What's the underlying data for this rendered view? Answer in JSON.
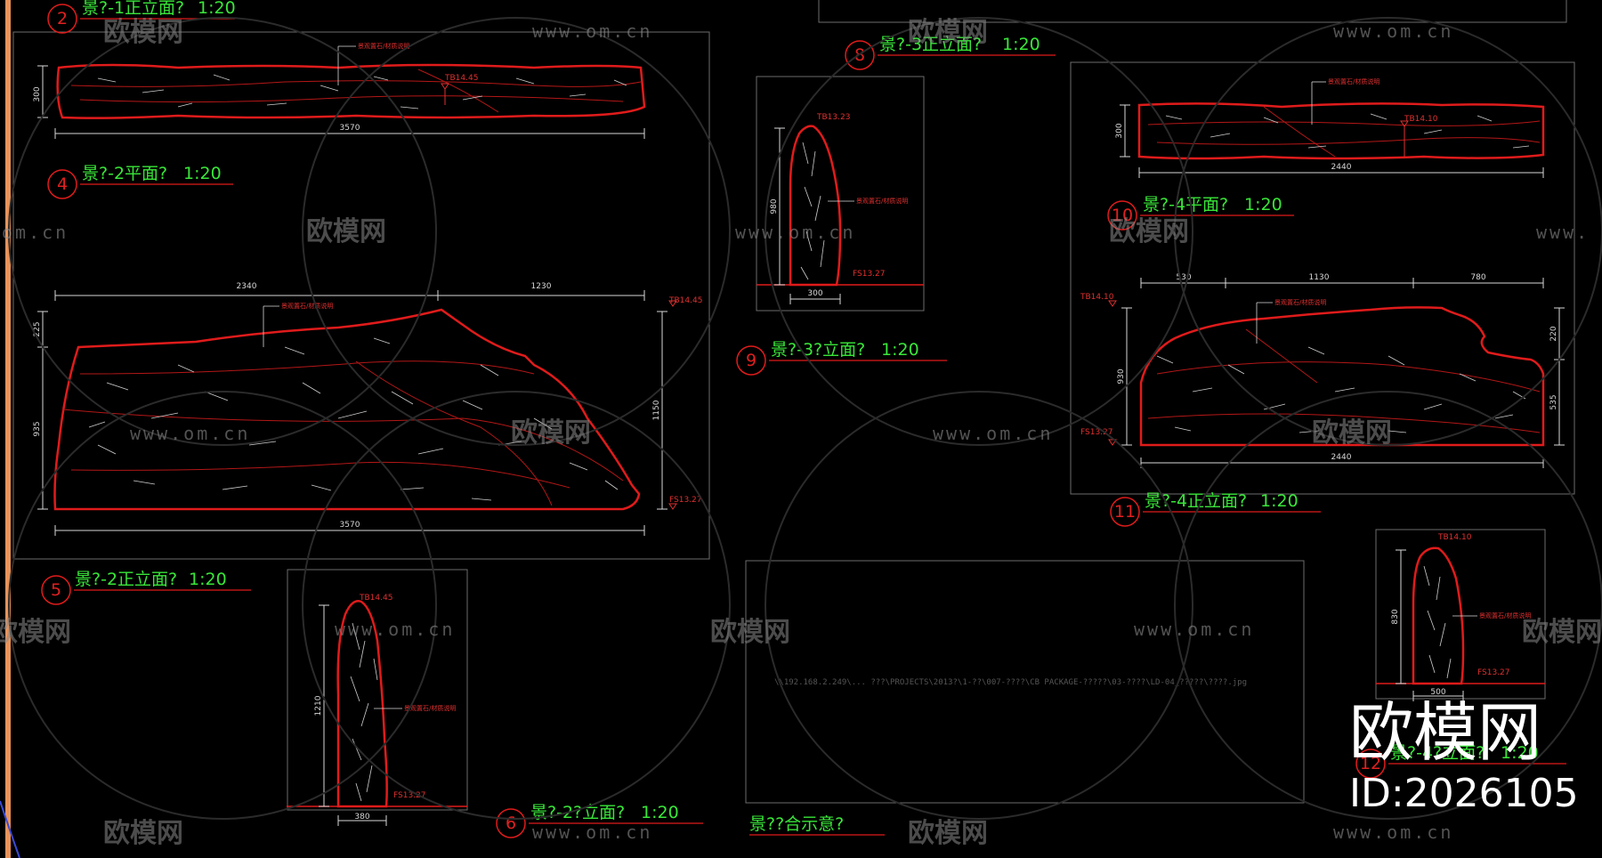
{
  "drawings": [
    {
      "id": "2",
      "title": "景?-1正立面?",
      "scale": "1:20"
    },
    {
      "id": "4",
      "title": "景?-2平面?",
      "scale": "1:20"
    },
    {
      "id": "5",
      "title": "景?-2正立面?",
      "scale": "1:20"
    },
    {
      "id": "6",
      "title": "景?-2?立面?",
      "scale": "1:20"
    },
    {
      "id": "8",
      "title": "景?-3正立面?",
      "scale": "1:20"
    },
    {
      "id": "9",
      "title": "景?-3?立面?",
      "scale": "1:20"
    },
    {
      "id": "10",
      "title": "景?-4平面?",
      "scale": "1:20"
    },
    {
      "id": "11",
      "title": "景?-4正立面?",
      "scale": "1:20"
    },
    {
      "id": "12",
      "title": "景?-4?立面?",
      "scale": "1:20"
    }
  ],
  "reference_title": "景??合示意?",
  "dims": {
    "d1_width": "3570",
    "d1_height": "300",
    "d1_level": "TB14.45",
    "d4_seg1": "2340",
    "d4_seg2": "1230",
    "d4_total": "3570",
    "d4_left": "225",
    "d4_left2": "935",
    "d4_right": "1150",
    "d4_top_level": "TB14.45",
    "d4_bot_level": "FS13.27",
    "d6_width": "380",
    "d6_height": "1210",
    "d6_top_level": "TB14.45",
    "d6_bot_level": "FS13.27",
    "d8_width": "300",
    "d8_height": "980",
    "d8_top_level": "TB13.23",
    "d8_bot_level": "FS13.27",
    "d10_width": "2440",
    "d10_height": "300",
    "d10_level": "TB14.10",
    "d11_seg1": "530",
    "d11_seg2": "1130",
    "d11_seg3": "780",
    "d11_total": "2440",
    "d11_right1": "220",
    "d11_right2": "535",
    "d11_left": "930",
    "d11_top_level": "TB14.10",
    "d11_bot_level": "FS13.27",
    "d12_width": "500",
    "d12_height": "830",
    "d12_top_level": "TB14.10",
    "d12_bot_level": "FS13.27"
  },
  "reference_path": "\\\\192.168.2.249\\... ???\\PROJECTS\\2013?\\1-??\\007-????\\CB PACKAGE-?????\\03-????\\LD-04_?????\\????.jpg",
  "watermark": {
    "brand": "欧模网",
    "url": "www.om.cn",
    "url_partial_left": "om.cn",
    "url_partial_right": "www."
  },
  "brand": {
    "name": "欧模网",
    "id": "ID:2026105"
  },
  "colors": {
    "bg": "#000000",
    "stone": "#e01b1b",
    "title": "#39e639",
    "dim": "#d8d8d8",
    "frame": "#7a7a7a",
    "accent_bar": "#e8935a"
  }
}
